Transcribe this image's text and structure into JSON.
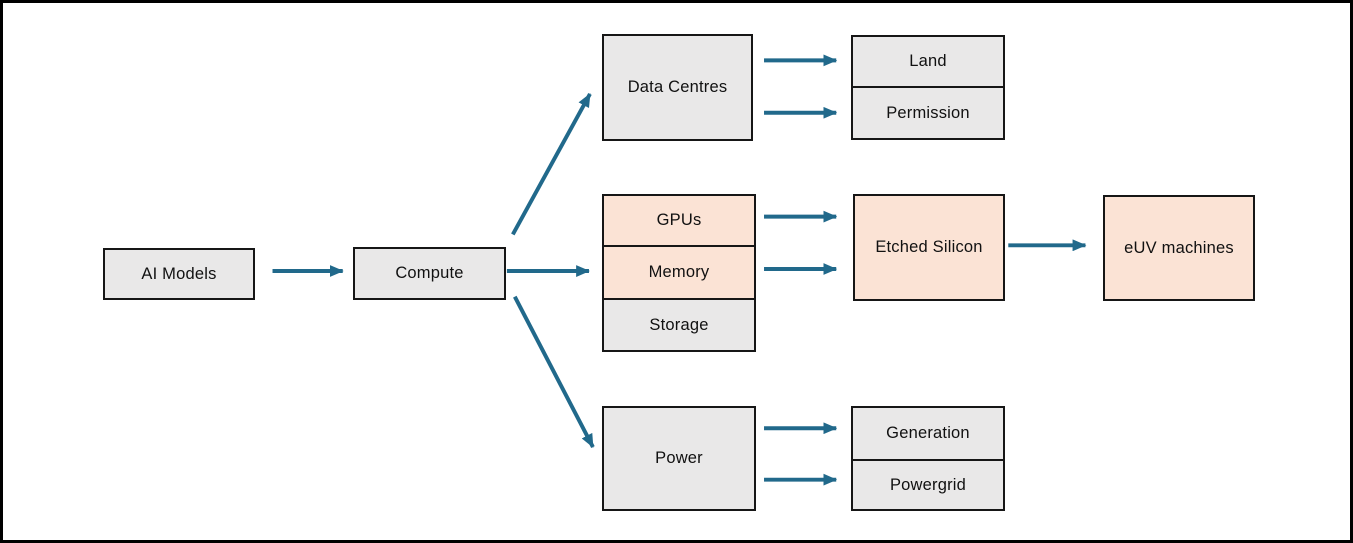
{
  "diagram": {
    "type": "flowchart",
    "nodes": {
      "ai_models": {
        "label": "AI Models"
      },
      "compute": {
        "label": "Compute"
      },
      "data_centres": {
        "label": "Data Centres"
      },
      "land": {
        "label": "Land"
      },
      "permission": {
        "label": "Permission"
      },
      "gpus": {
        "label": "GPUs"
      },
      "memory": {
        "label": "Memory"
      },
      "storage": {
        "label": "Storage"
      },
      "etched_silicon": {
        "label": "Etched Silicon"
      },
      "euv_machines": {
        "label": "eUV machines"
      },
      "power": {
        "label": "Power"
      },
      "generation": {
        "label": "Generation"
      },
      "powergrid": {
        "label": "Powergrid"
      }
    },
    "edges": [
      {
        "from": "ai_models",
        "to": "compute"
      },
      {
        "from": "compute",
        "to": "data_centres"
      },
      {
        "from": "compute",
        "to": "gpus_memory_storage_stack"
      },
      {
        "from": "compute",
        "to": "power"
      },
      {
        "from": "data_centres",
        "to": "land"
      },
      {
        "from": "data_centres",
        "to": "permission"
      },
      {
        "from": "gpus",
        "to": "etched_silicon"
      },
      {
        "from": "memory",
        "to": "etched_silicon"
      },
      {
        "from": "etched_silicon",
        "to": "euv_machines"
      },
      {
        "from": "power",
        "to": "generation"
      },
      {
        "from": "power",
        "to": "powergrid"
      }
    ],
    "colors": {
      "arrow": "#21698b",
      "box_gray_fill": "#e9e8e8",
      "box_peach_fill": "#fbe3d5",
      "box_border": "#161616",
      "outer_border": "#000000",
      "background": "#ffffff"
    }
  }
}
